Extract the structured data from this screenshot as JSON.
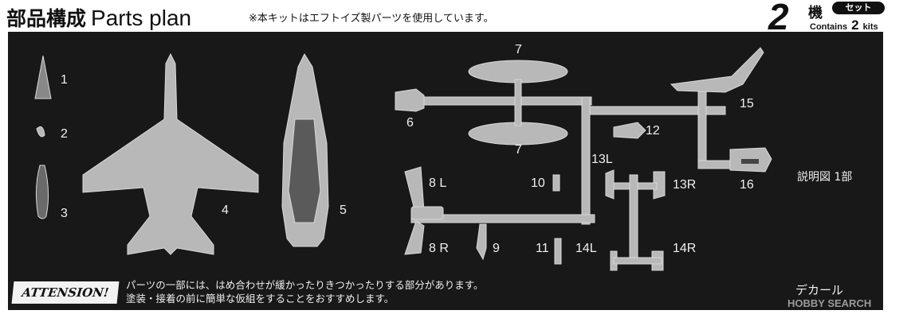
{
  "header": {
    "title_jp": "部品構成",
    "title_en": "Parts plan",
    "note": "※本キットはエフトイズ製パーツを使用しています。"
  },
  "kit_count": {
    "number": "2",
    "unit": "機",
    "badge": "セット",
    "contains_prefix": "Contains",
    "contains_number": "2",
    "contains_suffix": "kits"
  },
  "parts": {
    "p1": "1",
    "p2": "2",
    "p3": "3",
    "p4": "4",
    "p5": "5",
    "p6": "6",
    "p7a": "7",
    "p7b": "7",
    "p8l": "8 L",
    "p8r": "8 R",
    "p9": "9",
    "p10": "10",
    "p11": "11",
    "p12": "12",
    "p13l": "13L",
    "p13r": "13R",
    "p14l": "14L",
    "p14r": "14R",
    "p15": "15",
    "p16": "16"
  },
  "instructions_note": "説明図 1部",
  "decal_label": "デカール",
  "attention": {
    "badge": "ATTENSION!",
    "line1": "パーツの一部には、はめ合わせが緩かったりきつかったりする部分があります。",
    "line2": "塗装・接着の前に簡単な仮組をすることをおすすめします。"
  },
  "watermark": "HOBBY SEARCH",
  "colors": {
    "panel": "#181818",
    "parts": "#b8b8b8",
    "label": "#f0f0f0"
  }
}
